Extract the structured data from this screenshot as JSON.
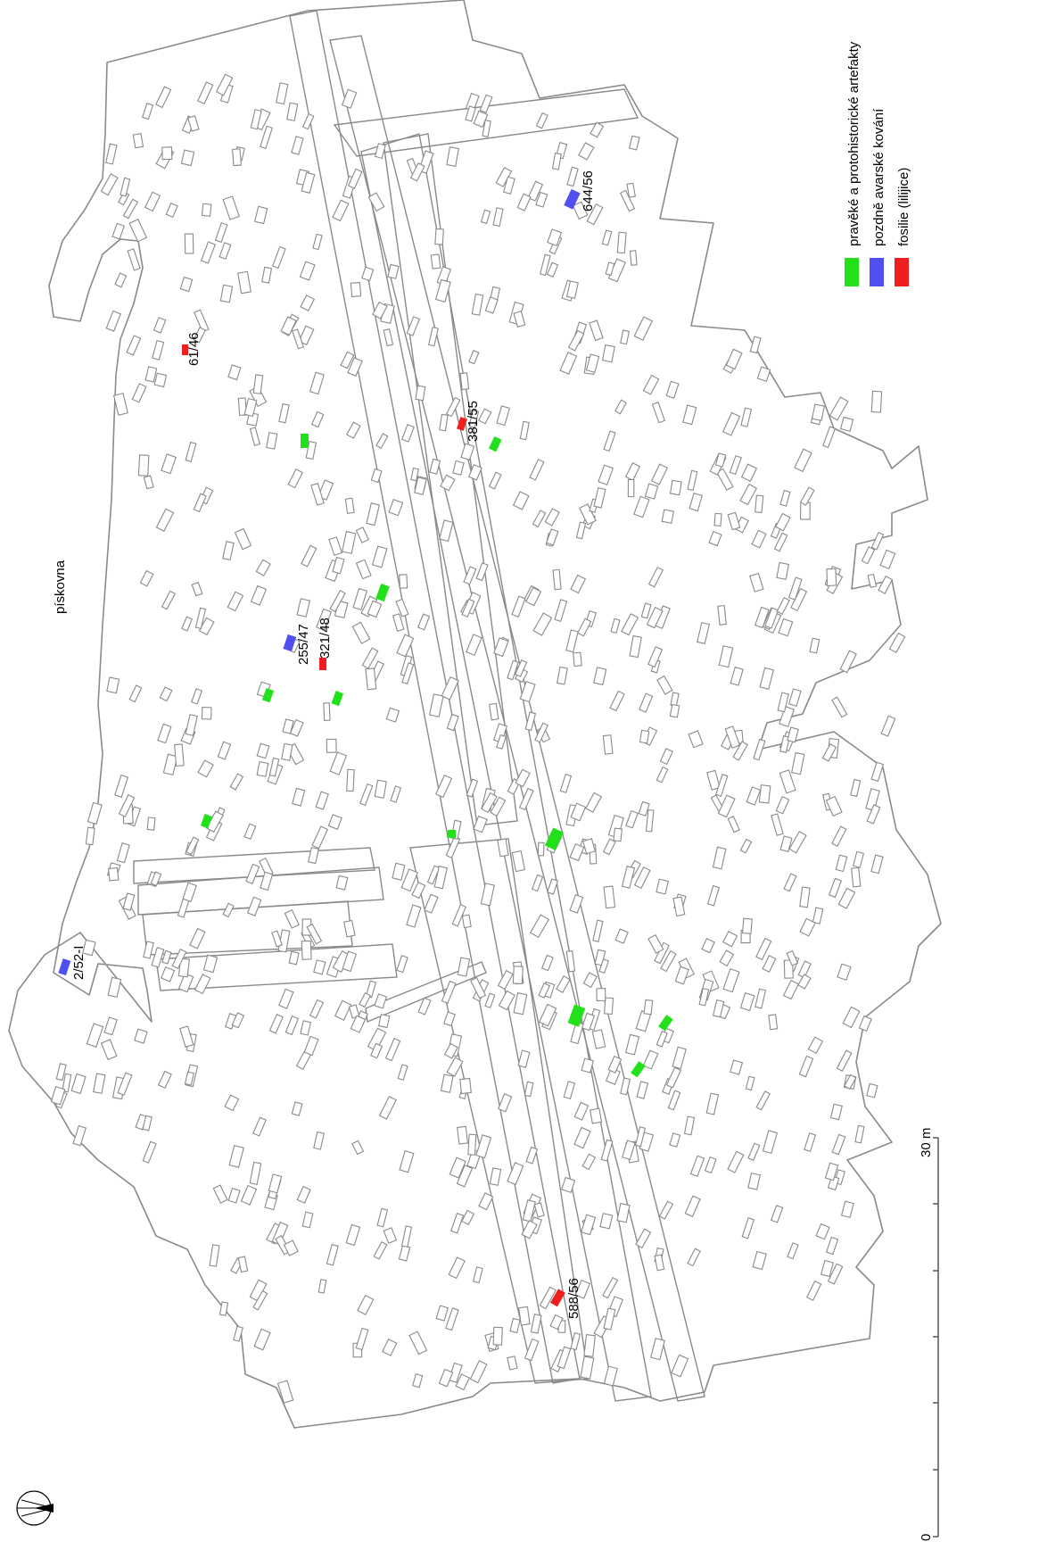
{
  "place_label": "pískovna",
  "legend": [
    {
      "label": "pravěké a protohistorické artefakty",
      "color": "#22e01a"
    },
    {
      "label": "pozdně avarské kování",
      "color": "#5050f0"
    },
    {
      "label": "fosilie (lilijice)",
      "color": "#f01e1e"
    }
  ],
  "scale_bar": {
    "start_label": "0",
    "end_label": "30 m"
  },
  "north_arrow": "north-arrow-icon",
  "highlighted_graves": [
    {
      "id": "2/52-I",
      "category": "pozdně avarské kování"
    },
    {
      "id": "61/46",
      "category": "fosilie (lilijice)"
    },
    {
      "id": "255/47",
      "category": "pozdně avarské kování"
    },
    {
      "id": "321/48",
      "category": "fosilie (lilijice)"
    },
    {
      "id": "381/55",
      "category": "fosilie (lilijice)"
    },
    {
      "id": "588/56",
      "category": "fosilie (lilijice)"
    },
    {
      "id": "644/56",
      "category": "pozdně avarské kování"
    }
  ]
}
